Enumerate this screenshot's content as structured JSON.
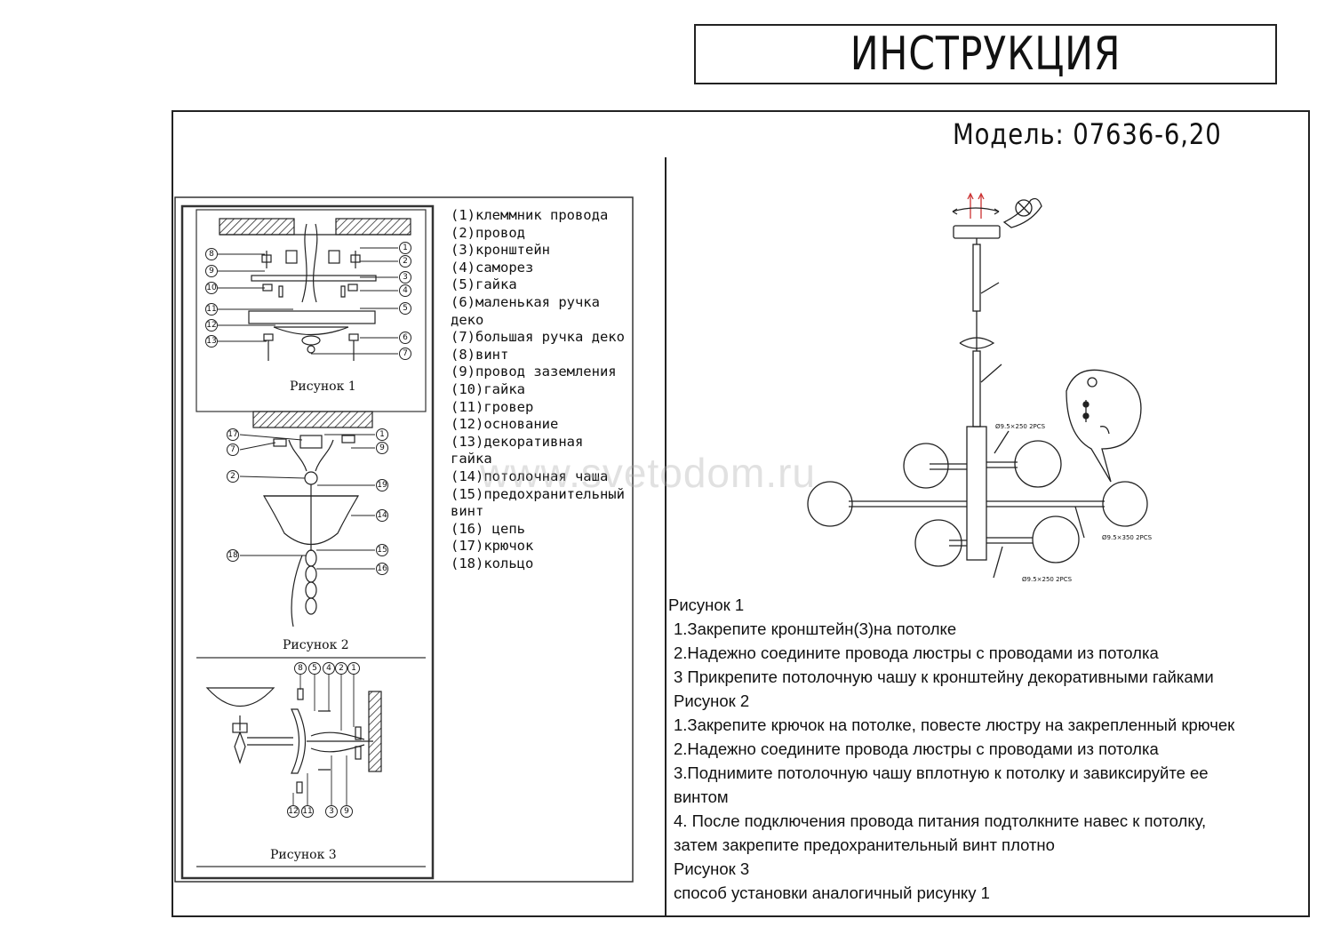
{
  "header": {
    "title": "ИНСТРУКЦИЯ",
    "model": "Модель: 07636-6,20"
  },
  "watermark": "www.svetodom.ru",
  "figures": {
    "fig1_label": "Рисунок 1",
    "fig2_label": "Рисунок 2",
    "fig3_label": "Рисунок 3"
  },
  "diagram": {
    "dim_top": "Ø9.5×250 2PCS",
    "dim_mid": "Ø9.5×350 2PCS",
    "dim_bottom": "Ø9.5×250 2PCS"
  },
  "legend": [
    "(1)клеммник провода",
    "(2)провод",
    "(3)кронштейн",
    "(4)саморез",
    "(5)гайка",
    "(6)маленькая ручка деко",
    "(7)большая ручка деко",
    "(8)винт",
    "(9)провод заземления",
    "(10)гайка",
    "(11)гровер",
    "(12)основание",
    "(13)декоративная гайка",
    "(14)потолочная чаша",
    "(15)предохранительный винт",
    "(16) цепь",
    "(17)крючок",
    "(18)кольцо"
  ],
  "instructions": [
    "Рисунок 1",
    "1.Закрепите кронштейн(3)на потолке",
    "2.Надежно соедините провода люстры с проводами из потолка",
    "3 Прикрепите потолочную чашу к кронштейну декоративными гайками",
    "Рисунок 2",
    "1.Закрепите крючок на потолке, повесте люстру на закрепленный крючек",
    "2.Надежно соедините провода люстры с проводами из потолка",
    "3.Поднимите потолочную чашу вплотную к потолку и завиксируйте ее",
    "винтом",
    "4.  После подключения провода питания подтолкните навес к потолку,",
    "затем закрепите предохранительный винт плотно",
    "Рисунок 3",
    "способ установки аналогичный рисунку 1"
  ],
  "numbers": {
    "fig1_left": [
      "8",
      "9",
      "10",
      "11",
      "12",
      "13"
    ],
    "fig1_right": [
      "1",
      "2",
      "3",
      "4",
      "5",
      "6",
      "7"
    ],
    "fig2_left": [
      "17",
      "7",
      "2",
      "18"
    ],
    "fig2_right": [
      "1",
      "9",
      "19",
      "14",
      "15",
      "16"
    ],
    "fig3_top": [
      "8",
      "5",
      "4",
      "2",
      "1"
    ],
    "fig3_bottom": [
      "12",
      "11",
      "3",
      "9"
    ]
  }
}
